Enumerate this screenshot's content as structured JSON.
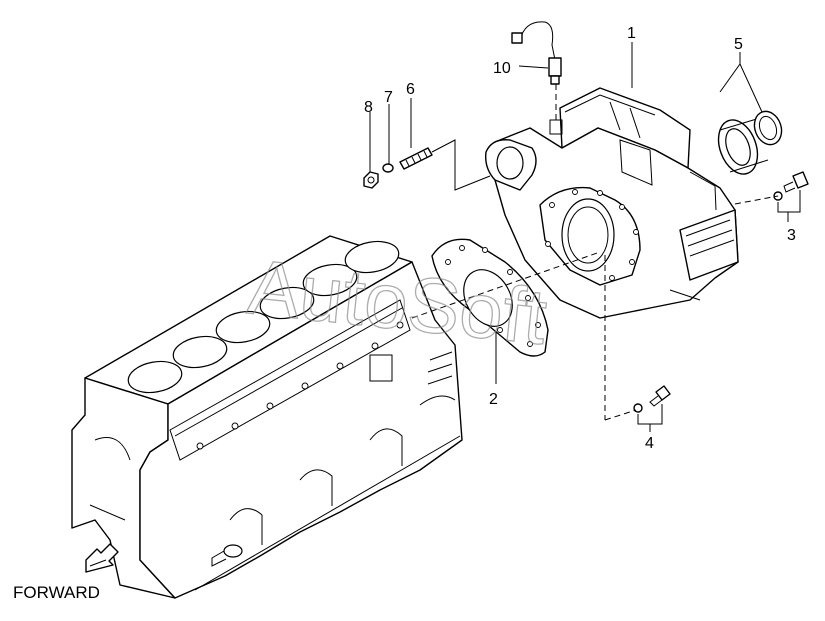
{
  "watermark": "AutoSoft",
  "direction_label": "FORWARD",
  "callouts": [
    "1",
    "2",
    "3",
    "4",
    "5",
    "6",
    "7",
    "8",
    "10"
  ],
  "colors": {
    "line": "#000000",
    "background": "#ffffff",
    "watermark": "#8a8a8a"
  },
  "icons": [
    "forward-arrow-icon"
  ]
}
